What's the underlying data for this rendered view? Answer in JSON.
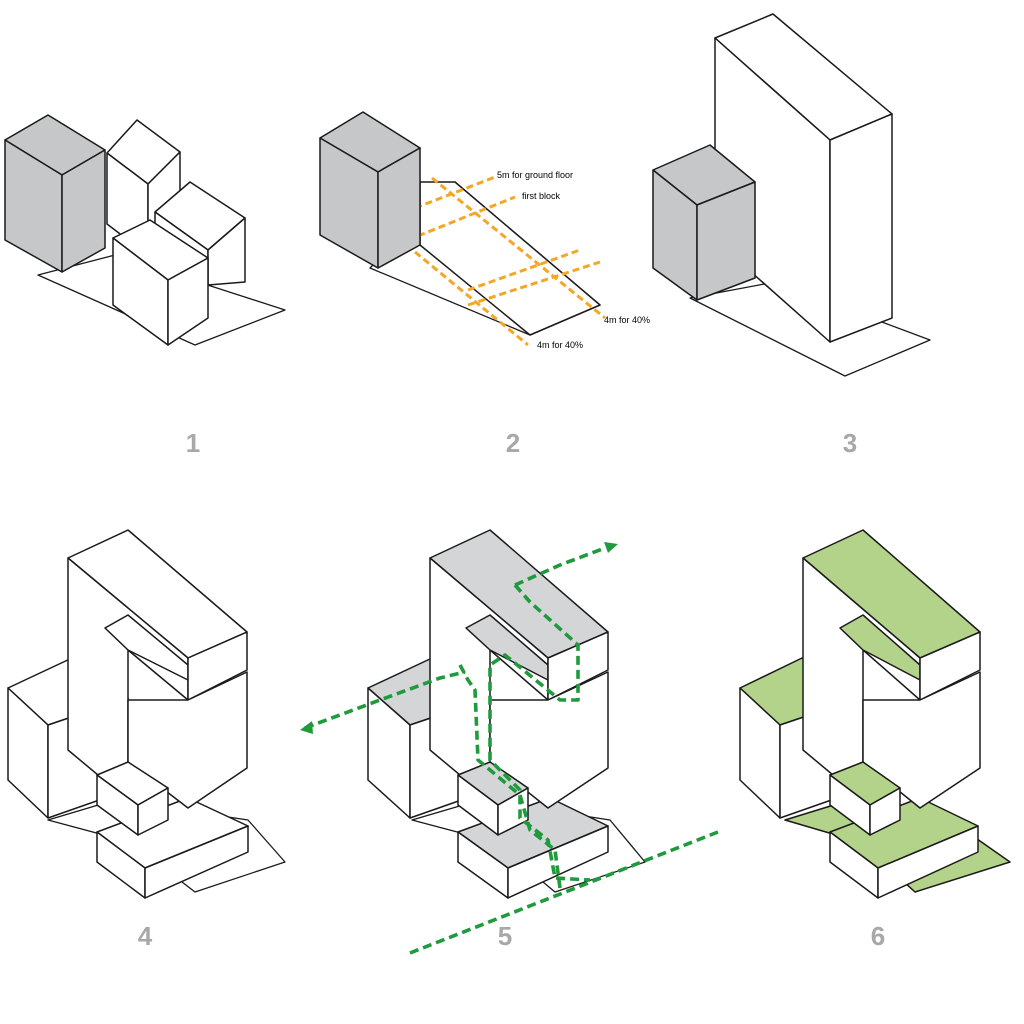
{
  "colors": {
    "mass_fill": "#c6c7c9",
    "mass_fill_light": "#d4d5d7",
    "face_fill": "#ffffff",
    "stroke": "#1a1a1a",
    "dimension_line": "#f5a623",
    "path_green": "#1f9a3d",
    "green_roof": "#b3d38a",
    "step_number": "#a8a8a8"
  },
  "steps": [
    {
      "number": "1"
    },
    {
      "number": "2"
    },
    {
      "number": "3"
    },
    {
      "number": "4"
    },
    {
      "number": "5"
    },
    {
      "number": "6"
    }
  ],
  "step2_annotations": {
    "ground_floor": "5m for ground floor",
    "first_block": "first block",
    "right_setback": "4m for 40%",
    "bottom_setback": "4m for 40%"
  }
}
